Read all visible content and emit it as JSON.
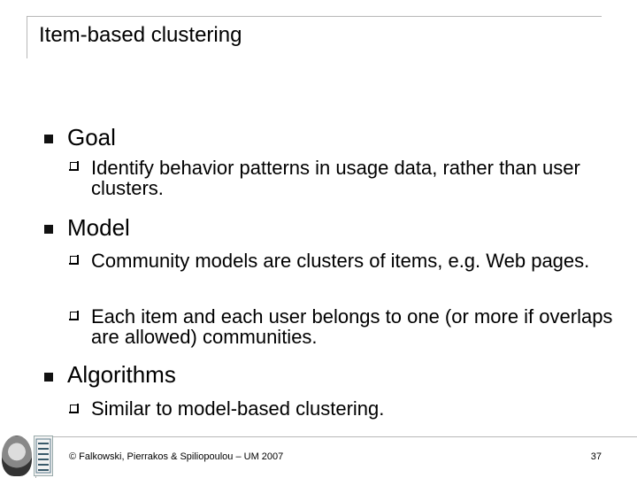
{
  "slide": {
    "title": "Item-based clustering",
    "sections": [
      {
        "heading": "Goal",
        "items": [
          "Identify behavior patterns in usage data, rather than user clusters."
        ]
      },
      {
        "heading": "Model",
        "items": [
          "Community models are clusters of items, e.g. Web pages.",
          "Each item and each user belongs to one (or more if overlaps are allowed) communities."
        ]
      },
      {
        "heading": "Algorithms",
        "items": [
          "Similar to model-based clustering."
        ]
      }
    ],
    "footer": "© Falkowski, Pierrakos & Spiliopoulou – UM 2007",
    "page_number": "37"
  },
  "icons": {
    "level1_bullet": "filled-square-icon",
    "level2_bullet": "hollow-square-icon",
    "logo_left": "portrait-logo-icon",
    "logo_right": "university-logo-icon"
  }
}
